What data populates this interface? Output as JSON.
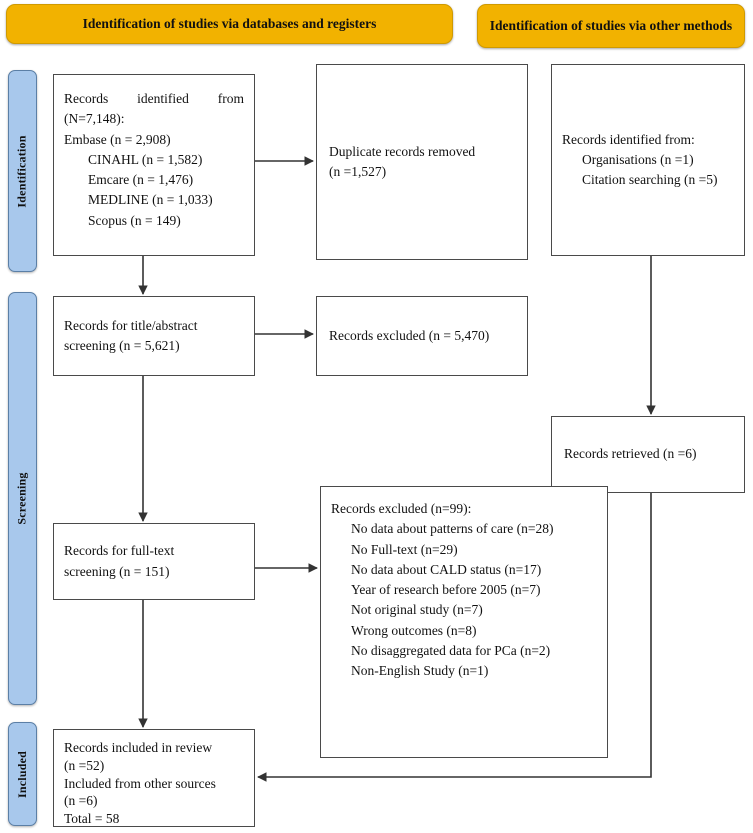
{
  "diagram": {
    "type": "prisma-flow-diagram",
    "banners": [
      {
        "id": "databases",
        "label": "Identification of studies via databases and registers"
      },
      {
        "id": "other",
        "label": "Identification of studies via other methods"
      }
    ],
    "stages": [
      {
        "id": "identification",
        "label": "Identification"
      },
      {
        "id": "screening",
        "label": "Screening"
      },
      {
        "id": "included",
        "label": "Included"
      }
    ],
    "boxes": {
      "records_identified": {
        "lines": [
          "Records identified from",
          "(N=7,148):",
          "Embase (n = 2,908)",
          "CINAHL (n = 1,582)",
          "Emcare (n = 1,476)",
          "MEDLINE (n = 1,033)",
          "Scopus (n = 149)"
        ]
      },
      "duplicates_removed": {
        "lines": [
          "Duplicate records removed",
          "(n =1,527)"
        ]
      },
      "other_sources": {
        "lines": [
          "Records identified from:",
          "Organisations (n =1)",
          "Citation searching (n =5)"
        ]
      },
      "title_abstract_screening": {
        "lines": [
          "Records for title/abstract",
          "screening (n = 5,621)"
        ]
      },
      "records_excluded_screening": {
        "lines": [
          "Records excluded (n = 5,470)"
        ]
      },
      "records_retrieved": {
        "lines": [
          "Records retrieved (n =6)"
        ]
      },
      "fulltext_screening": {
        "lines": [
          "Records for full-text",
          "screening (n = 151)"
        ]
      },
      "records_excluded_fulltext": {
        "heading": "Records excluded (n=99):",
        "reasons": [
          "No data about patterns of care (n=28)",
          "No Full-text (n=29)",
          "No data about CALD status (n=17)",
          "Year of research before 2005 (n=7)",
          "Not original study (n=7)",
          "Wrong outcomes (n=8)",
          "No disaggregated data for PCa (n=2)",
          "Non-English Study (n=1)"
        ]
      },
      "included_final": {
        "lines": [
          "Records included in review",
          "(n =52)",
          "Included from other sources",
          "(n =6)",
          "Total = 58"
        ]
      }
    },
    "colors": {
      "banner_fill": "#F2B200",
      "stage_fill": "#A8C8EC",
      "box_border": "#4a4a4a",
      "connector": "#333333"
    }
  }
}
